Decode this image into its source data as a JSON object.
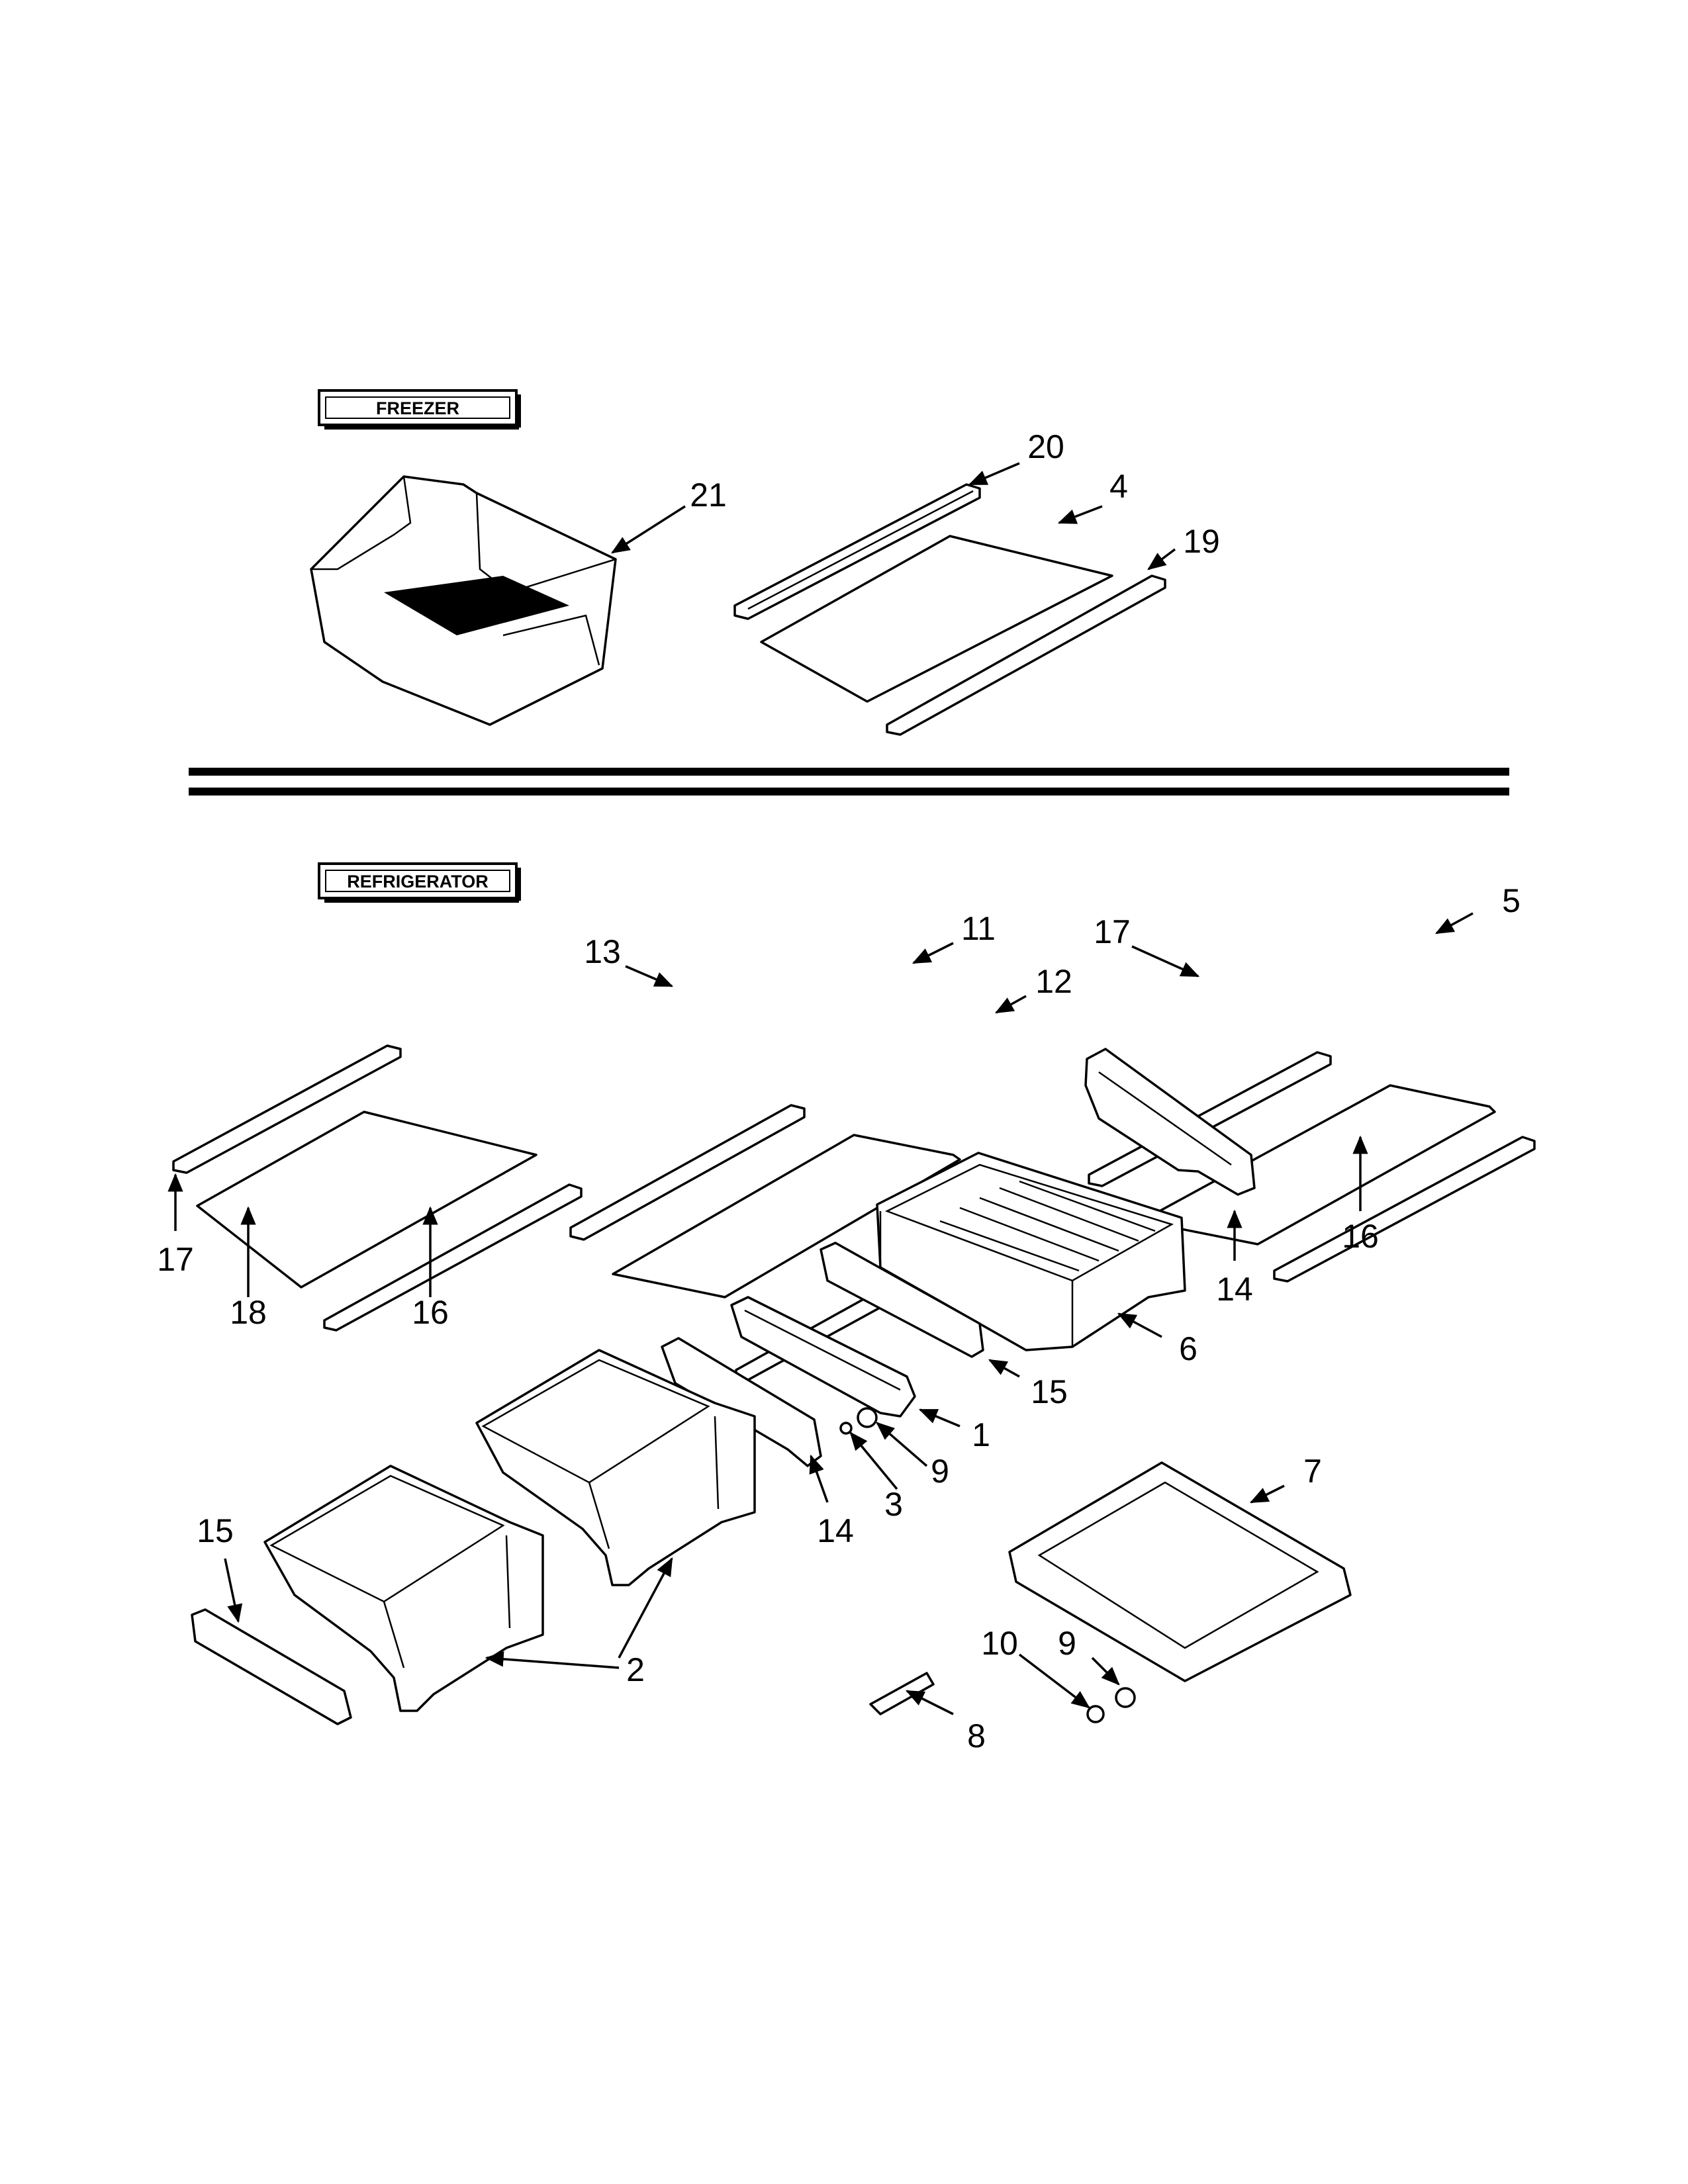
{
  "sections": {
    "freezer": {
      "label": "FREEZER"
    },
    "refrigerator": {
      "label": "REFRIGERATOR"
    }
  },
  "callouts": {
    "c21": "21",
    "c20": "20",
    "c4": "4",
    "c19": "19",
    "c13": "13",
    "c11": "11",
    "c12": "12",
    "c17a": "17",
    "c5": "5",
    "c17b": "17",
    "c18": "18",
    "c16a": "16",
    "c16b": "16",
    "c14a": "14",
    "c6": "6",
    "c15a": "15",
    "c1": "1",
    "c9a": "9",
    "c3": "3",
    "c14b": "14",
    "c15b": "15",
    "c2": "2",
    "c7": "7",
    "c10": "10",
    "c9b": "9",
    "c8": "8"
  },
  "colors": {
    "line": "#000000",
    "background": "#ffffff"
  }
}
